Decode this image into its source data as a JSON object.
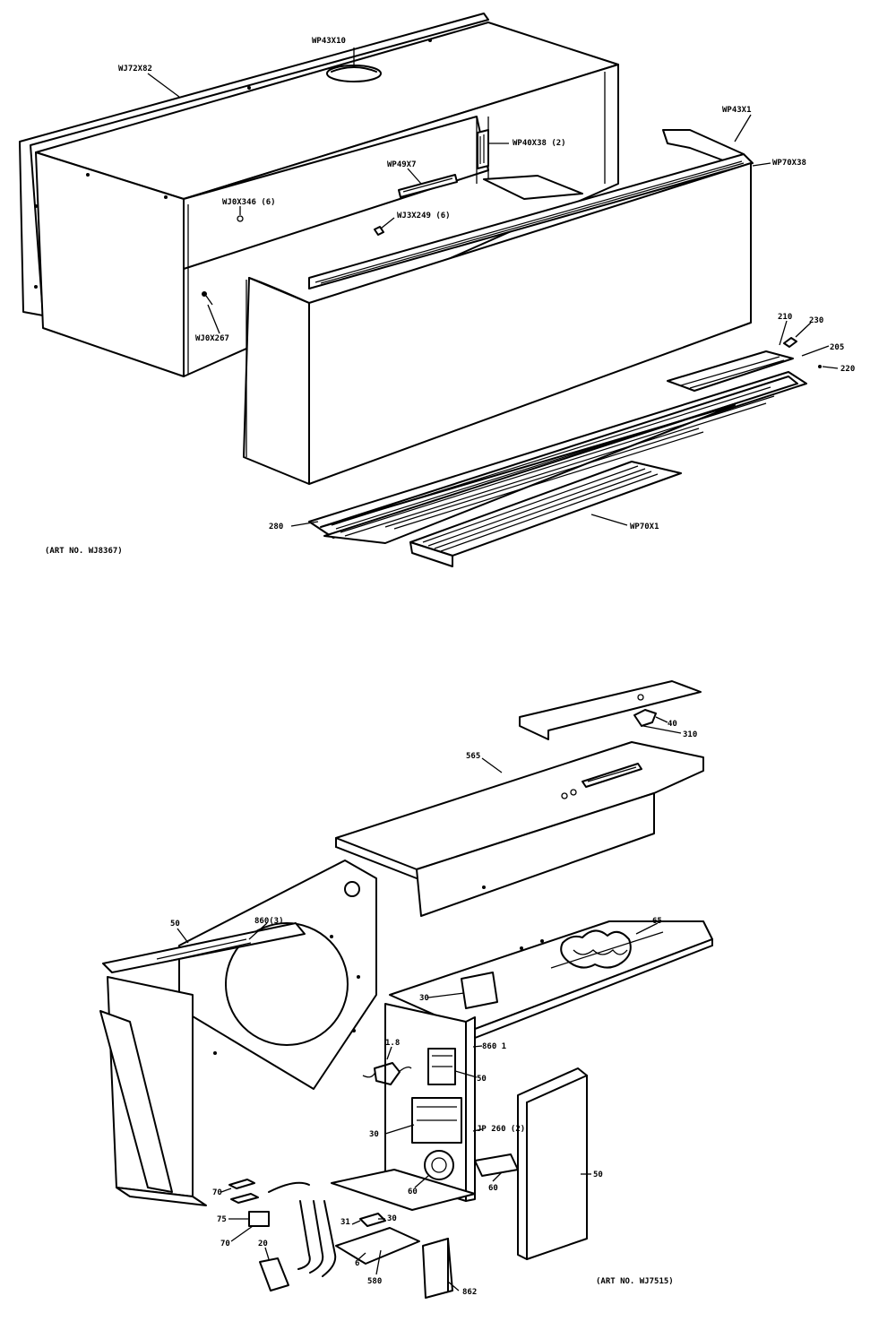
{
  "top_assembly": {
    "caption": "(ART NO. WJ8367)",
    "labels": {
      "l1": "WP43X10",
      "l2": "WJ72X82",
      "l3": "WP43X1",
      "l4": "WP70X38",
      "l5": "WP40X38 (2)",
      "l6": "WP49X7",
      "l7": "WJ0X346 (6)",
      "l8": "WJ3X249 (6)",
      "l9": "WJ0X267",
      "l10": "210",
      "l11": "230",
      "l12": "205",
      "l13": "220",
      "l14": "280",
      "l15": "WP70X1"
    }
  },
  "bottom_assembly": {
    "caption": "(ART NO. WJ7515)",
    "labels": {
      "b1": "40",
      "b2": "310",
      "b3": "565",
      "b4": "65",
      "b5": "50",
      "b6": "860(3)",
      "b7": "30",
      "b8": "860 1",
      "b9": "50",
      "b10": "1.8",
      "b11": "30",
      "b12": "JP 260 (2)",
      "b13": "60",
      "b14": "60",
      "b15": "50",
      "b16": "70",
      "b17": "75",
      "b18": "70",
      "b19": "20",
      "b20": "31",
      "b21": "30",
      "b22": "6",
      "b23": "580",
      "b24": "862"
    }
  }
}
